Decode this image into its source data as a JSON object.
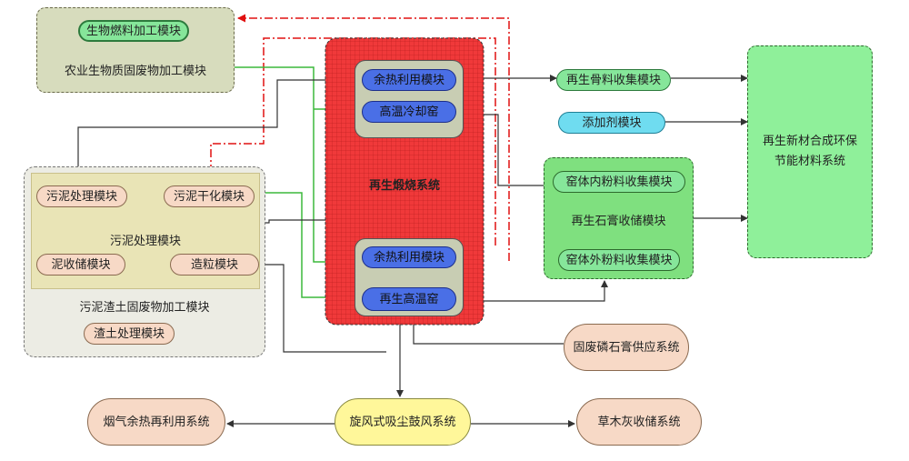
{
  "agri": {
    "title": "农业生物质固废物加工模块",
    "biofuel": "生物燃料加工模块"
  },
  "sludge_group": {
    "title": "污泥渣土固废物加工模块",
    "inner_title": "污泥处理模块",
    "treat": "污泥处理模块",
    "dry": "污泥干化模块",
    "store": "泥收储模块",
    "granulate": "造粒模块",
    "soil": "渣土处理模块"
  },
  "kiln": {
    "title": "再生煅烧系统",
    "top_heat": "余热利用模块",
    "top_cool": "高温冷却窑",
    "bot_heat": "余热利用模块",
    "bot_kiln": "再生高温窑"
  },
  "right": {
    "aggregate": "再生骨料收集模块",
    "additive": "添加剂模块",
    "gypsum_title": "再生石膏收储模块",
    "inner_powder": "窑体内粉料收集模块",
    "outer_powder": "窑体外粉料收集模块",
    "final": "再生新材合成环保节能材料系统"
  },
  "bottom": {
    "phospho": "固废磷石膏供应系统",
    "cyclone": "旋风式吸尘鼓风系统",
    "flue": "烟气余热再利用系统",
    "ash": "草木灰收储系统"
  },
  "colors": {
    "agri_bg": "#d7dcbd",
    "sludge_bg": "#ecece4",
    "sludge_inner_bg": "#e9e4b6",
    "kiln_red": "#f0393a",
    "kiln_panel": "#c8cdb3",
    "blue_pill": "#4a6fe6",
    "green_pill": "#86e69a",
    "cyan_pill": "#6fdcf0",
    "green_box": "#7fe07f",
    "final_green": "#8ff09a",
    "peach": "#f7d9c6",
    "yellow": "#fff79a",
    "red_dash": "#e01010",
    "green_line": "#3cb83c"
  }
}
